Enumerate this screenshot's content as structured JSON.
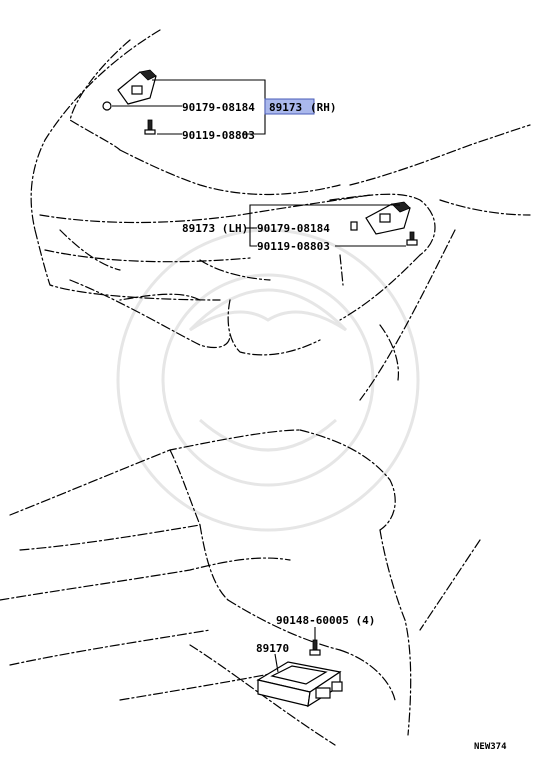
{
  "callouts": {
    "rh_nut": "90179-08184",
    "rh_sensor": "89173",
    "rh_suffix": "(RH)",
    "rh_bolt": "90119-08803",
    "lh_sensor": "89173 (LH)",
    "lh_nut": "90179-08184",
    "lh_bolt": "90119-08803",
    "ecu_bolt": "90148-60005 (4)",
    "ecu": "89170"
  },
  "diagram_code": "NEW374",
  "colors": {
    "highlight": "#aab8ec",
    "line": "#000000"
  }
}
